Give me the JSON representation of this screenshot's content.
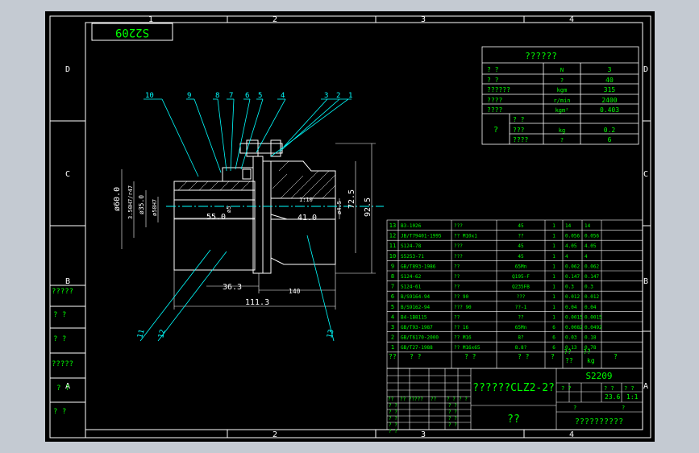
{
  "drawing": {
    "stamp_code": "S2209",
    "zone_cols": [
      "1",
      "2",
      "3",
      "4"
    ],
    "zone_rows": [
      "D",
      "C",
      "B",
      "A"
    ]
  },
  "spec_table": {
    "title": "??????",
    "rows": [
      {
        "label": "?  ?",
        "unit": "N",
        "value": "3"
      },
      {
        "label": "?  ?",
        "unit": "?",
        "value": "40"
      },
      {
        "label": "??????",
        "unit": "kgm",
        "value": "315"
      },
      {
        "label": "????",
        "unit": "r/min",
        "value": "2400"
      },
      {
        "label": "????",
        "unit": "kgm²",
        "value": "0.403"
      }
    ],
    "group_label": "?",
    "group_rows": [
      {
        "label": "?  ?",
        "unit": "",
        "value": ""
      },
      {
        "label": "???",
        "unit": "kg",
        "value": "0.2"
      },
      {
        "label": "????",
        "unit": "?",
        "value": "6"
      }
    ]
  },
  "callouts": [
    "10",
    "9",
    "8",
    "7",
    "6",
    "5",
    "4",
    "3",
    "2",
    "1",
    "11",
    "12",
    "13"
  ],
  "dimensions": {
    "d1": "ø60.0",
    "d2": "ø35.0",
    "d3": "ø58H7",
    "d4": "3.50H7/r47",
    "len1": "55.0",
    "len2": "41.0",
    "h1": "72.5",
    "h2": "92.5",
    "h3": "ø4.5",
    "len3": "36.3",
    "len4": "140",
    "total": "111.3",
    "small": "ø5",
    "keyway": "1:10"
  },
  "bom": [
    {
      "no": "13",
      "code": "B3-1026",
      "name": "???",
      "qty": "45",
      "x": "1",
      "w1": "14",
      "w2": "14"
    },
    {
      "no": "12",
      "code": "JB/T79401-1995",
      "name": "?? M10x1",
      "qty": "??",
      "x": "1",
      "w1": "0.056",
      "w2": "0.056"
    },
    {
      "no": "11",
      "code": "S124-78",
      "name": "???",
      "qty": "45",
      "x": "1",
      "w1": "4.05",
      "w2": "4.05"
    },
    {
      "no": "10",
      "code": "S5253-71",
      "name": "???",
      "qty": "45",
      "x": "1",
      "w1": "4",
      "w2": "4"
    },
    {
      "no": "9",
      "code": "GB/T893-1986",
      "name": "??",
      "qty": "65Mn",
      "x": "1",
      "w1": "0.062",
      "w2": "0.062"
    },
    {
      "no": "8",
      "code": "S124-62",
      "name": "??",
      "qty": "Q195-F",
      "x": "1",
      "w1": "0.147",
      "w2": "0.147"
    },
    {
      "no": "7",
      "code": "S124-61",
      "name": "??",
      "qty": "Q235FB",
      "x": "1",
      "w1": "0.3",
      "w2": "0.3"
    },
    {
      "no": "6",
      "code": "B/S9164-94",
      "name": "??  90",
      "qty": "???",
      "x": "1",
      "w1": "0.012",
      "w2": "0.012"
    },
    {
      "no": "5",
      "code": "B/S9162-94",
      "name": "???  90",
      "qty": "??-1",
      "x": "1",
      "w1": "0.04",
      "w2": "0.04"
    },
    {
      "no": "4",
      "code": "B4-1B8115",
      "name": "??",
      "qty": "??",
      "x": "1",
      "w1": "0.0015",
      "w2": "0.0015"
    },
    {
      "no": "3",
      "code": "GB/T93-1987",
      "name": "?? 16",
      "qty": "65Mn",
      "x": "6",
      "w1": "0.0082",
      "w2": "0.0492"
    },
    {
      "no": "2",
      "code": "GB/T6170-2000",
      "name": "?? M16",
      "qty": "8?",
      "x": "6",
      "w1": "0.03",
      "w2": "0.18"
    },
    {
      "no": "1",
      "code": "GB/T27-1988",
      "name": "?? M16x65",
      "qty": "8.8?",
      "x": "6",
      "w1": "0.13",
      "w2": "0.78"
    }
  ],
  "bom_header": {
    "no": "??",
    "code": "?  ?",
    "name": "?  ?",
    "qty": "? ?",
    "x": "?",
    "w": "??",
    "wt": "??",
    "total": "??",
    "wt2": "kg",
    "extra": "?"
  },
  "title_block": {
    "main_title": "??????CLZ2-2?",
    "drawing_code": "S2209",
    "scale_label": "?  ?",
    "scale": "1:1",
    "weight": "23.6",
    "weight_label": "?  ?",
    "stage": "?  ?",
    "sheet_label": "?",
    "sheet_count": "?",
    "material": "??",
    "company": "??????????",
    "cells": [
      "??",
      "?? ?????",
      "??",
      "? ?",
      "?  ?"
    ],
    "approvals": [
      "? ?",
      "? ?",
      "? ?",
      "? ?",
      "? ?"
    ],
    "approvals2": [
      "? ?",
      "? ?",
      "? ?",
      "? ?"
    ]
  },
  "left_block": [
    "?????",
    "?  ?",
    "?  ?",
    "?????",
    "? ?",
    "?  ?"
  ],
  "colors": {
    "line": "#ffffff",
    "dim": "#00ffff",
    "text": "#00ff00",
    "callout": "#00ffff"
  }
}
